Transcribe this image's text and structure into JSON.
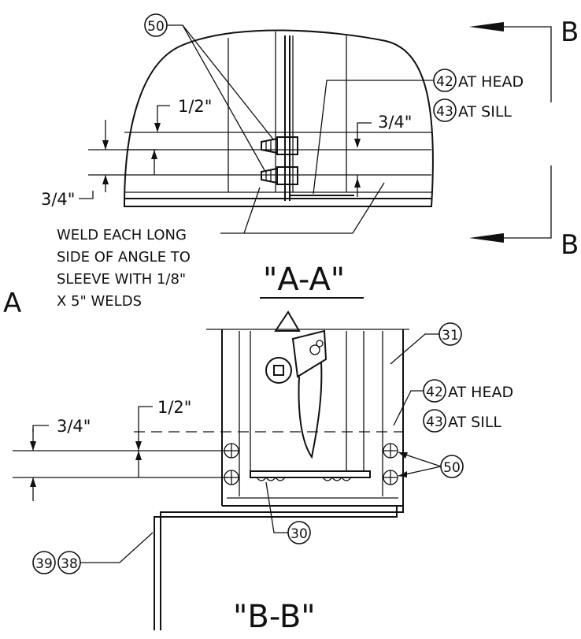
{
  "section_aa": {
    "title": "\"A-A\"",
    "callout_screws": "50",
    "callout_head": "42",
    "head_text": "AT HEAD",
    "callout_sill": "43",
    "sill_text": "AT SILL",
    "dim_half": "1/2\"",
    "dim_three_quarter_right": "3/4\"",
    "dim_three_quarter_left": "3/4\"",
    "weld_note": [
      "WELD EACH LONG",
      "SIDE OF ANGLE TO",
      "SLEEVE WITH 1/8\"",
      "X 5\" WELDS"
    ]
  },
  "section_markers": {
    "b_top": "B",
    "b_bottom": "B",
    "a_left": "A"
  },
  "section_bb": {
    "title": "\"B-B\"",
    "callout_31": "31",
    "callout_head": "42",
    "head_text": "AT HEAD",
    "callout_sill": "43",
    "sill_text": "AT SILL",
    "callout_50": "50",
    "callout_30": "30",
    "callout_39": "39",
    "callout_38": "38",
    "dim_half": "1/2\"",
    "dim_three_quarter": "3/4\""
  }
}
